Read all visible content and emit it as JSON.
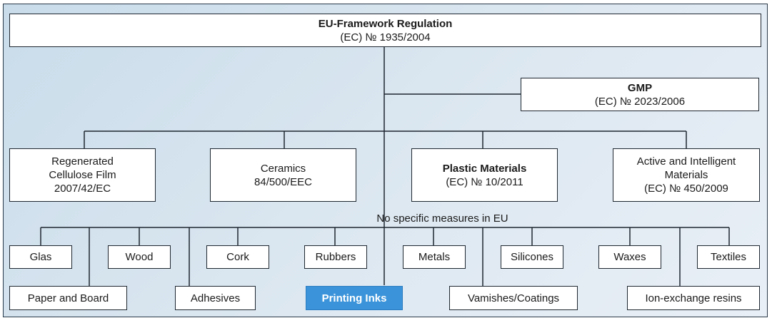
{
  "diagram": {
    "root": {
      "title": "EU-Framework Regulation",
      "ref": "(EC) № 1935/2004"
    },
    "gmp": {
      "title": "GMP",
      "ref": "(EC) № 2023/2006"
    },
    "specific": [
      {
        "lines": [
          "Regenerated",
          "Cellulose Film",
          "2007/42/EC"
        ]
      },
      {
        "lines": [
          "Ceramics",
          "84/500/EEC"
        ]
      },
      {
        "title": "Plastic Materials",
        "ref": "(EC) № 10/2011"
      },
      {
        "lines": [
          "Active and Intelligent",
          "Materials",
          "(EC) № 450/2009"
        ]
      }
    ],
    "no_specific_label": "No specific measures in EU",
    "materials_top": [
      "Glas",
      "Wood",
      "Cork",
      "Rubbers",
      "Metals",
      "Silicones",
      "Waxes",
      "Textiles"
    ],
    "materials_bottom": [
      "Paper and Board",
      "Adhesives",
      "Printing Inks",
      "Vamishes/Coatings",
      "Ion-exchange resins"
    ],
    "highlighted": "Printing Inks",
    "colors": {
      "highlight": "#3b94da",
      "line": "#1e2730",
      "frame_bg": "#c9dcea"
    }
  }
}
